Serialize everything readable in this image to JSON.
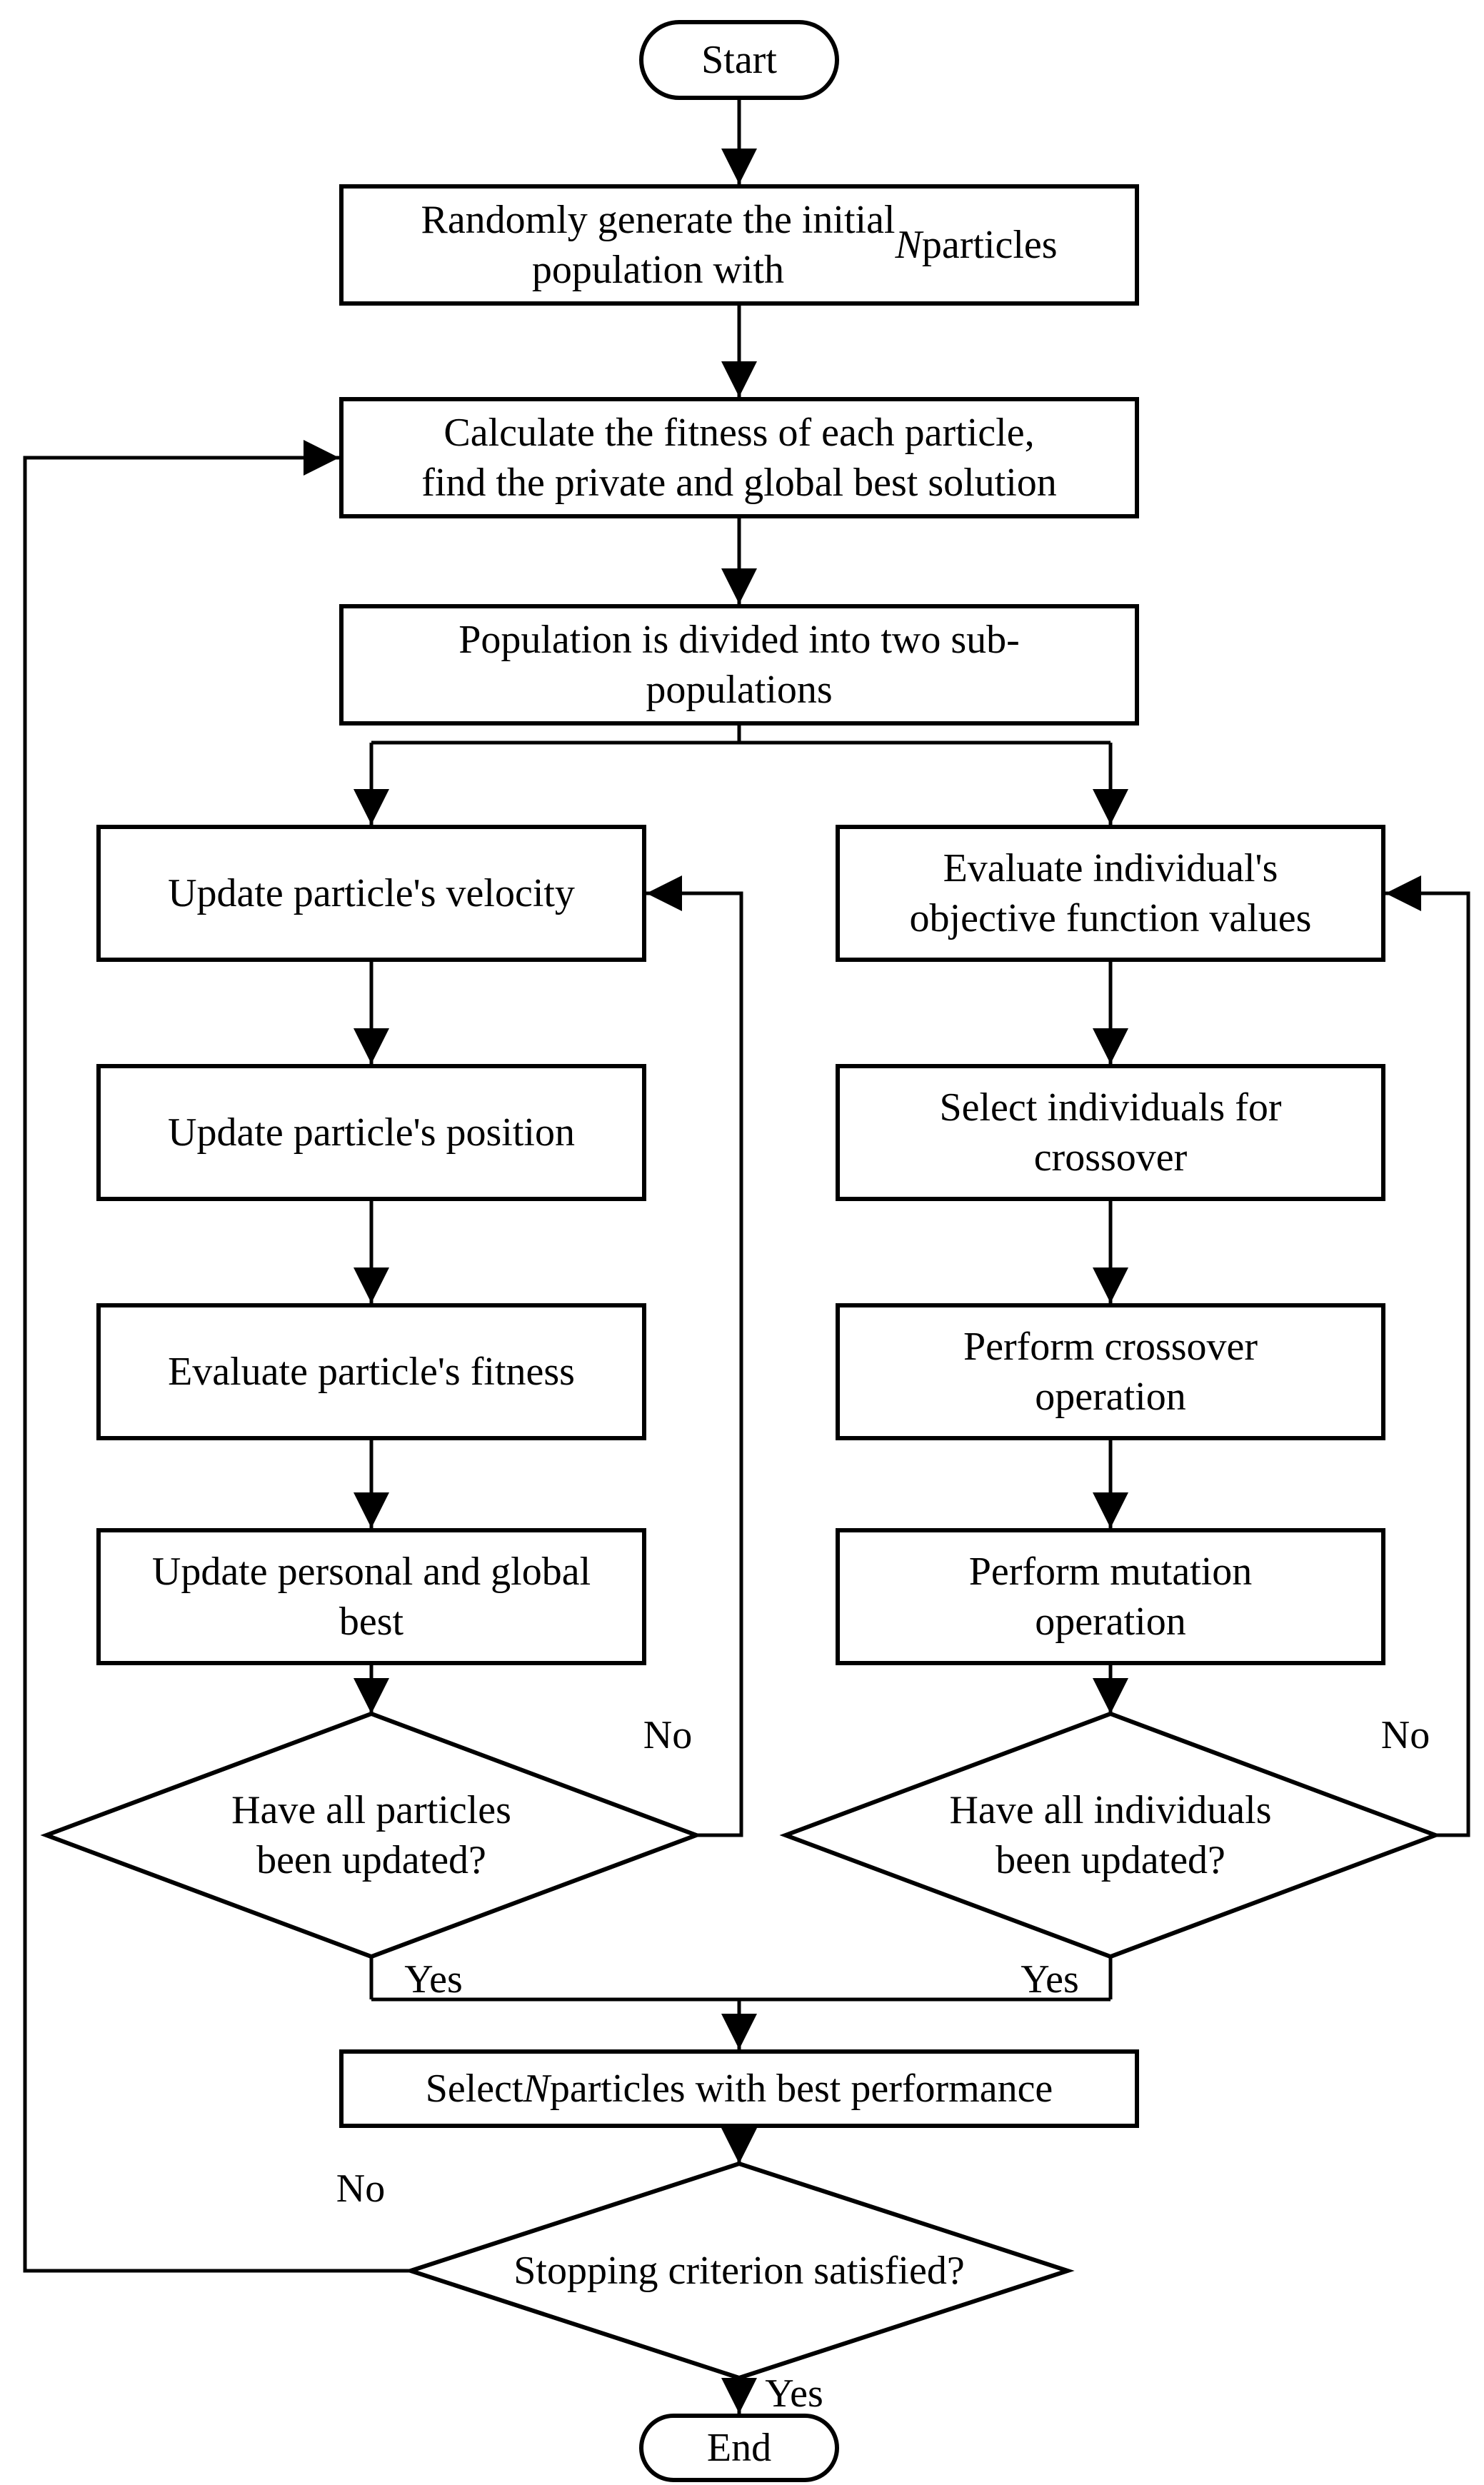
{
  "diagram": {
    "type": "flowchart",
    "background_color": "#ffffff",
    "line_color": "#000000",
    "nodes": {
      "start": "Start",
      "generate": {
        "pre": "Randomly generate the initial\npopulation with ",
        "var": "N",
        "post": " particles"
      },
      "calculate": "Calculate the fitness of each particle,\nfind the private and global best solution",
      "divide": "Population is divided into two sub-\npopulations",
      "update_velocity": "Update particle's velocity",
      "update_position": "Update particle's position",
      "evaluate_fitness": "Evaluate particle's fitness",
      "update_best": "Update personal and global\nbest",
      "particles_updated": "Have all particles\nbeen updated?",
      "evaluate_objective": "Evaluate individual's\nobjective function values",
      "select_crossover": "Select individuals for\ncrossover",
      "perform_crossover": "Perform crossover\noperation",
      "perform_mutation": "Perform mutation\noperation",
      "individuals_updated": "Have all individuals\nbeen updated?",
      "select_best": {
        "pre": "Select ",
        "var": "N",
        "post": " particles with best performance"
      },
      "stopping": "Stopping criterion satisfied?",
      "end": "End"
    },
    "edge_labels": {
      "particles_no": "No",
      "particles_yes": "Yes",
      "individuals_no": "No",
      "individuals_yes": "Yes",
      "stopping_no": "No",
      "stopping_yes": "Yes"
    }
  }
}
